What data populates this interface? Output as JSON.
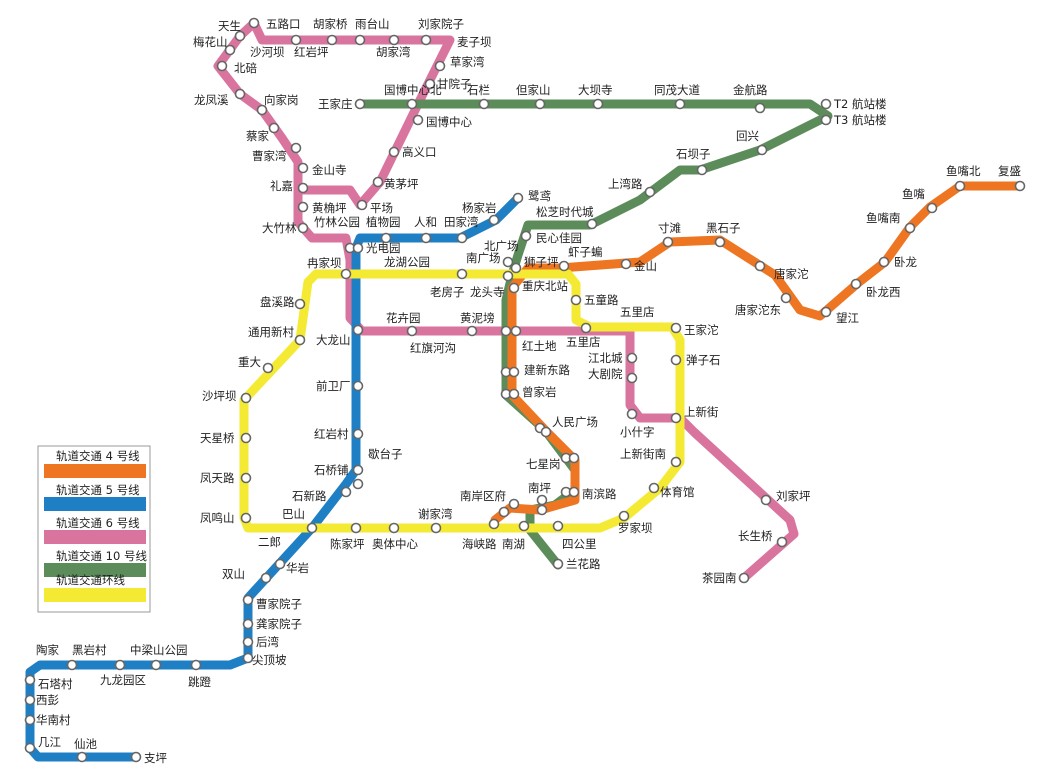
{
  "colors": {
    "line4": "#ee7622",
    "line5": "#1f7fc4",
    "line6": "#d9749f",
    "line10": "#5b8c5a",
    "loop": "#f5ea33"
  },
  "legend": {
    "items": [
      {
        "id": "line4",
        "label": "轨道交通 4 号线",
        "color": "#ee7622"
      },
      {
        "id": "line5",
        "label": "轨道交通 5 号线",
        "color": "#1f7fc4"
      },
      {
        "id": "line6",
        "label": "轨道交通 6 号线",
        "color": "#d9749f"
      },
      {
        "id": "line10",
        "label": "轨道交通 10 号线",
        "color": "#5b8c5a"
      },
      {
        "id": "loop",
        "label": "轨道交通环线",
        "color": "#f5ea33"
      }
    ]
  },
  "stations": [
    "天生",
    "五路口",
    "胡家桥",
    "雨台山",
    "刘家院子",
    "梅花山",
    "沙河坝",
    "红岩坪",
    "胡家湾",
    "麦子坝",
    "北碚",
    "草家湾",
    "甘院子",
    "王家庄",
    "国博中心北",
    "石栏",
    "但家山",
    "大坝寺",
    "同茂大道",
    "金航路",
    "T2 航站楼",
    "T3 航站楼",
    "龙凤溪",
    "向家岗",
    "国博中心",
    "蔡家",
    "回兴",
    "曹家湾",
    "高义口",
    "石坝子",
    "金山寺",
    "礼嘉",
    "黄茅坪",
    "上湾路",
    "鱼嘴北",
    "复盛",
    "鱼嘴",
    "黄桷坪",
    "平场",
    "杨家岩",
    "鹭鸢",
    "竹林公园",
    "植物园",
    "人和",
    "田家湾",
    "松芝时代城",
    "大竹林",
    "民心佳园",
    "寸滩",
    "黑石子",
    "鱼嘴南",
    "光电园",
    "北广场",
    "虾子蝙",
    "冉家坝",
    "龙湖公园",
    "南广场",
    "狮子坪",
    "金山",
    "唐家沱",
    "卧龙",
    "老房子",
    "龙头寺",
    "重庆北站",
    "卧龙西",
    "盘溪路",
    "五童路",
    "唐家沱东",
    "通用新村",
    "五里店",
    "望江",
    "花卉园",
    "黄泥塝",
    "王家沱",
    "大龙山",
    "红土地",
    "五里店",
    "红旗河沟",
    "江北城",
    "弹子石",
    "重大",
    "建新东路",
    "大剧院",
    "前卫厂",
    "曾家岩",
    "沙坪坝",
    "上新街",
    "人民广场",
    "红岩村",
    "小什字",
    "天星桥",
    "歇台子",
    "上新街南",
    "七星岗",
    "石桥铺",
    "凤天路",
    "南坪",
    "南滨路",
    "体育馆",
    "刘家坪",
    "石新路",
    "南岸区府",
    "凤鸣山",
    "巴山",
    "谢家湾",
    "罗家坝",
    "长生桥",
    "二郎",
    "陈家坪",
    "奥体中心",
    "海峡路",
    "南湖",
    "四公里",
    "华岩",
    "茶园南",
    "双山",
    "兰花路",
    "曹家院子",
    "龚家院子",
    "后湾",
    "陶家",
    "黑岩村",
    "中梁山公园",
    "尖顶坡",
    "石塔村",
    "九龙园区",
    "跳蹬",
    "西彭",
    "华南村",
    "几江",
    "仙池",
    "支坪"
  ]
}
